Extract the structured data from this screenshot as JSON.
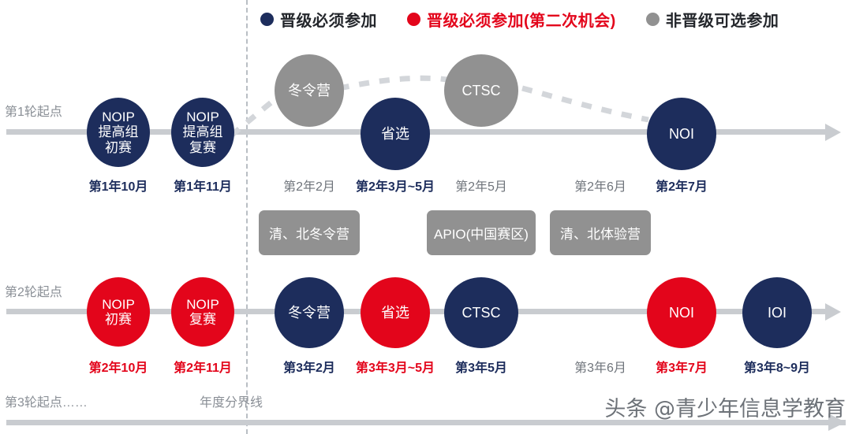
{
  "legend": {
    "items": [
      {
        "label": "晋级必须参加",
        "color": "#1d2d5c",
        "text_color": "#23262b"
      },
      {
        "label": "晋级必须参加(第二次机会)",
        "color": "#e3051b",
        "text_color": "#e3051b"
      },
      {
        "label": "非晋级可选参加",
        "color": "#919191",
        "text_color": "#23262b"
      }
    ]
  },
  "divider": {
    "label": "年度分界线"
  },
  "row1": {
    "start_label": "第1轮起点",
    "nodes": [
      {
        "lines": [
          "NOIP",
          "提高组",
          "初赛"
        ],
        "color": "navy",
        "caption": "第1年10月",
        "caption_color": "navy"
      },
      {
        "lines": [
          "NOIP",
          "提高组",
          "复赛"
        ],
        "color": "navy",
        "caption": "第1年11月",
        "caption_color": "navy"
      },
      {
        "lines": [
          "冬令营"
        ],
        "color": "gray",
        "caption": "第2年2月",
        "caption_color": "gray"
      },
      {
        "lines": [
          "省选"
        ],
        "color": "navy",
        "caption": "第2年3月~5月",
        "caption_color": "navy"
      },
      {
        "lines": [
          "CTSC"
        ],
        "color": "gray",
        "caption": "第2年5月",
        "caption_color": "gray"
      },
      {
        "lines": [],
        "color": "none",
        "caption": "第2年6月",
        "caption_color": "gray"
      },
      {
        "lines": [
          "NOI"
        ],
        "color": "navy",
        "caption": "第2年7月",
        "caption_color": "navy"
      }
    ]
  },
  "optional_boxes": [
    {
      "label": "清、北冬令营"
    },
    {
      "label": "APIO(中国赛区)"
    },
    {
      "label": "清、北体验营"
    }
  ],
  "row2": {
    "start_label": "第2轮起点",
    "nodes": [
      {
        "lines": [
          "NOIP",
          "初赛"
        ],
        "color": "red",
        "caption": "第2年10月",
        "caption_color": "red"
      },
      {
        "lines": [
          "NOIP",
          "复赛"
        ],
        "color": "red",
        "caption": "第2年11月",
        "caption_color": "red"
      },
      {
        "lines": [
          "冬令营"
        ],
        "color": "navy",
        "caption": "第3年2月",
        "caption_color": "navy"
      },
      {
        "lines": [
          "省选"
        ],
        "color": "red",
        "caption": "第3年3月~5月",
        "caption_color": "red"
      },
      {
        "lines": [
          "CTSC"
        ],
        "color": "navy",
        "caption": "第3年5月",
        "caption_color": "navy"
      },
      {
        "lines": [],
        "color": "none",
        "caption": "第3年6月",
        "caption_color": "gray"
      },
      {
        "lines": [
          "NOI"
        ],
        "color": "red",
        "caption": "第3年7月",
        "caption_color": "red"
      },
      {
        "lines": [
          "IOI"
        ],
        "color": "navy",
        "caption": "第3年8~9月",
        "caption_color": "navy"
      }
    ]
  },
  "row3": {
    "start_label": "第3轮起点……"
  },
  "watermark": {
    "text": "头条 @青少年信息学教育"
  },
  "colors": {
    "navy": "#1d2d5c",
    "red": "#e3051b",
    "gray": "#919191",
    "axis": "#c9ccd0",
    "muted_text": "#8a8f96"
  }
}
